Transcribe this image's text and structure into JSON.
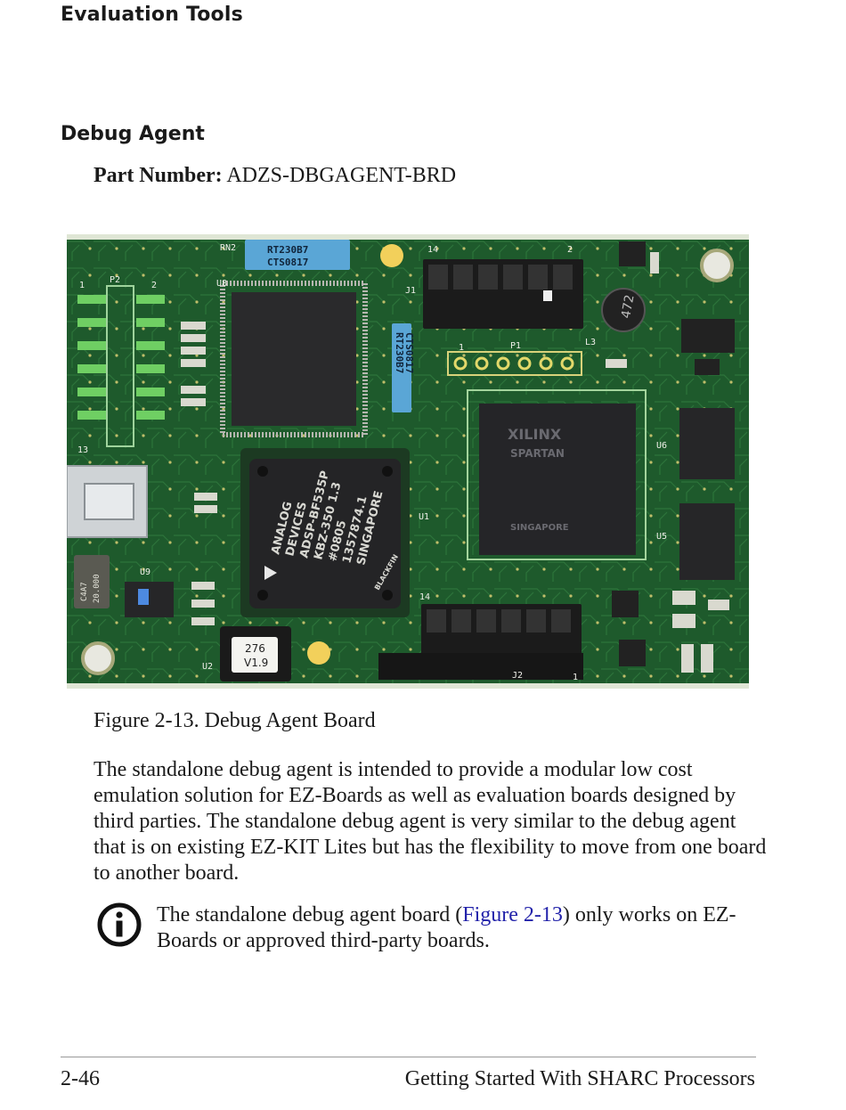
{
  "header": {
    "running_head": "Evaluation Tools"
  },
  "section": {
    "title": "Debug Agent",
    "part_label": "Part Number:",
    "part_value": "ADZS-DBGAGENT-BRD"
  },
  "figure": {
    "caption": "Figure 2-13. Debug Agent Board",
    "board_text": {
      "rn2": "RN2",
      "chip_u8_label": "U8",
      "rt_1": "RT230B7",
      "cts_1": "CTS0817",
      "rt_2": "RT230B7",
      "cts_2": "CTS0817",
      "p2": "P2",
      "p1": "P1",
      "u9": "U9",
      "u6": "U6",
      "u5": "U5",
      "u1": "U1",
      "u2": "U2",
      "j1": "J1",
      "j2": "J2",
      "l3": "L3",
      "inductor": "472",
      "adi_1": "ANALOG",
      "adi_2": "DEVICES",
      "adi_3": "ADSP-BF535P",
      "adi_4": "KBZ-350 1.3",
      "adi_5": "#0805",
      "adi_6": "1357874.1",
      "adi_7": "SINGAPORE",
      "blackfin": "BLACKFIN",
      "xilinx_1": "XILINX",
      "xilinx_2": "SPARTAN",
      "xilinx_3": "SINGAPORE",
      "crystal_1": "C4A7",
      "crystal_2": "20.000",
      "sticker_1": "276",
      "sticker_2": "V1.9",
      "pin_14_top": "14",
      "pin_2_top": "2",
      "pin_1_p2": "1",
      "pin_2_p2": "2",
      "pin_13_p2": "13",
      "pin_1_p1": "1",
      "pin_14_bot": "14",
      "pin_1_bot": "1"
    }
  },
  "body": {
    "paragraph": "The standalone debug agent is intended to provide a modular low cost emulation solution for EZ-Boards as well as evaluation boards designed by third parties. The standalone debug agent is very similar to the debug agent that is on existing EZ-KIT Lites but has the flexibility to move from one board to another board.",
    "note_before": "The standalone debug agent board (",
    "note_link": "Figure 2-13",
    "note_after": ") only works on EZ-Boards or approved third-party boards."
  },
  "footer": {
    "page_number": "2-46",
    "book_title": "Getting Started With SHARC Processors"
  },
  "colors": {
    "link": "#2222aa",
    "board": "#1e5a2c"
  },
  "icons": {
    "note": "info-icon"
  }
}
